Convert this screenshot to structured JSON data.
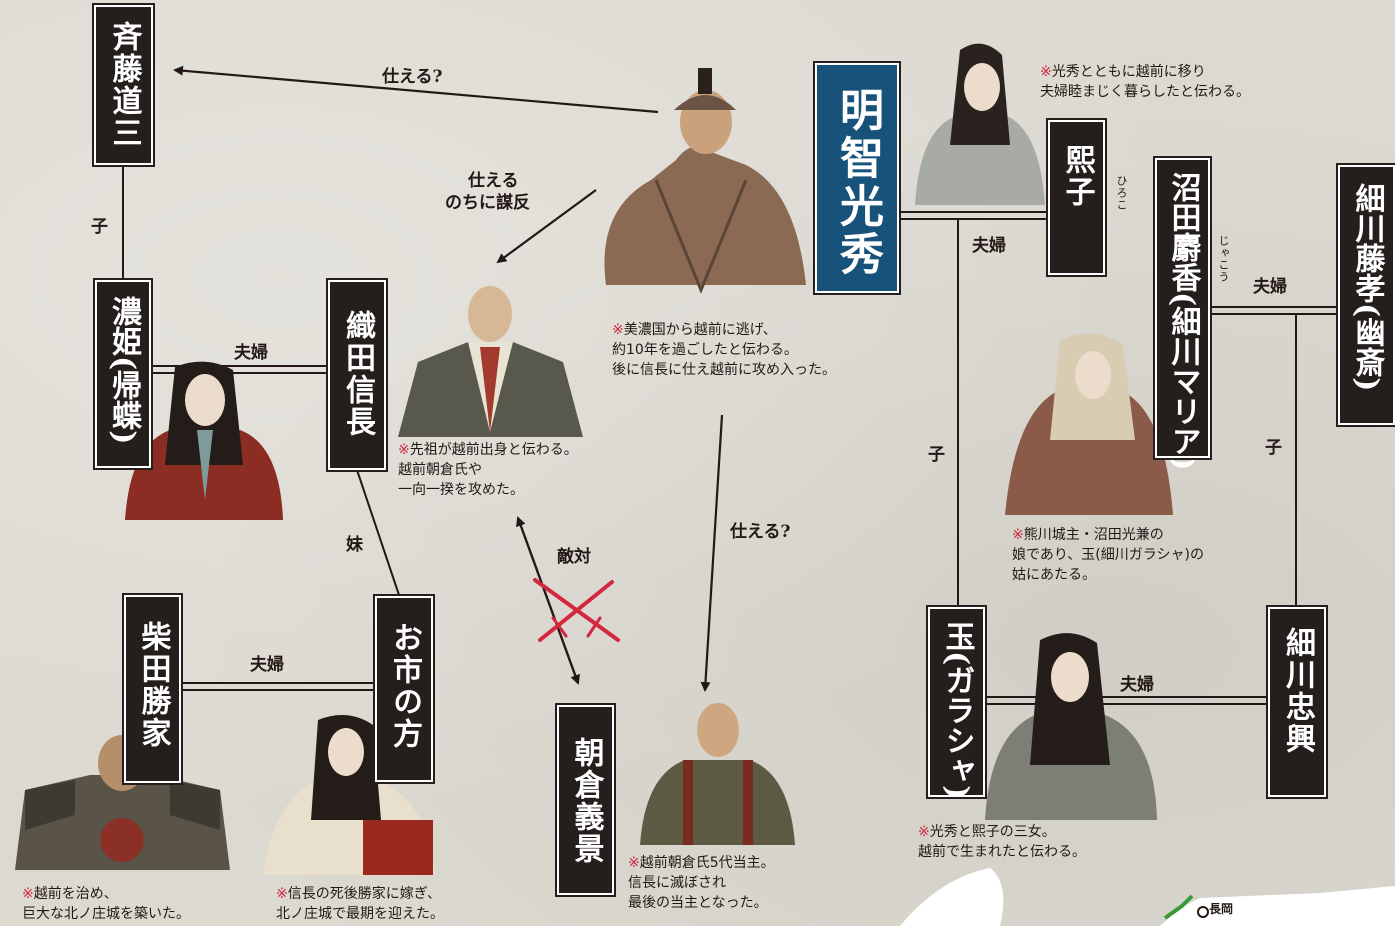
{
  "colors": {
    "accent": "#17527a",
    "box": "#241e1d",
    "mark": "#d3273e",
    "line": "#231815",
    "crossed_swords": "#d3273e"
  },
  "people": {
    "saito": "斉藤道三",
    "mitsuhide": "明智光秀",
    "hiroko": "熙子",
    "numata": "沼田麝香(細川マリア)",
    "hosokawa_fujitaka": "細川藤孝(幽斎)",
    "nohime": "濃姫(帰蝶)",
    "nobunaga": "織田信長",
    "shibata": "柴田勝家",
    "oichi": "お市の方",
    "asakura": "朝倉義景",
    "tama": "玉(ガラシャ)",
    "tadaoki": "細川忠興"
  },
  "ruby": {
    "hiroko": "ひろこ",
    "numata": "じゃこう"
  },
  "relations": {
    "serve_q1": "仕える?",
    "serve_betray_1": "仕える",
    "serve_betray_2": "のちに謀反",
    "child_saito": "子",
    "couple_nobunaga": "夫婦",
    "couple_mitsuhide": "夫婦",
    "couple_fujitaka": "夫婦",
    "child_mitsuhide": "子",
    "child_fujitaka": "子",
    "sister": "妹",
    "hostile": "敵対",
    "serve_q2": "仕える?",
    "couple_shibata": "夫婦",
    "couple_tama": "夫婦"
  },
  "notes": {
    "mark": "※",
    "mitsuhide": "美濃国から越前に逃げ、\n約10年を過ごしたと伝わる。\n後に信長に仕え越前に攻め入った。",
    "hiroko": "光秀とともに越前に移り\n夫婦睦まじく暮らしたと伝わる。",
    "nobunaga": "先祖が越前出身と伝わる。\n越前朝倉氏や\n一向一揆を攻めた。",
    "numata": "熊川城主・沼田光兼の\n娘であり、玉(細川ガラシャ)の\n姑にあたる。",
    "tama": "光秀と熙子の三女。\n越前で生まれたと伝わる。",
    "asakura": "越前朝倉氏5代当主。\n信長に滅ぼされ\n最後の当主となった。",
    "oichi": "信長の死後勝家に嫁ぎ、\n北ノ庄城で最期を迎えた。",
    "shibata": "越前を治め、\n巨大な北ノ庄城を築いた。"
  },
  "map": {
    "label": "長岡"
  }
}
